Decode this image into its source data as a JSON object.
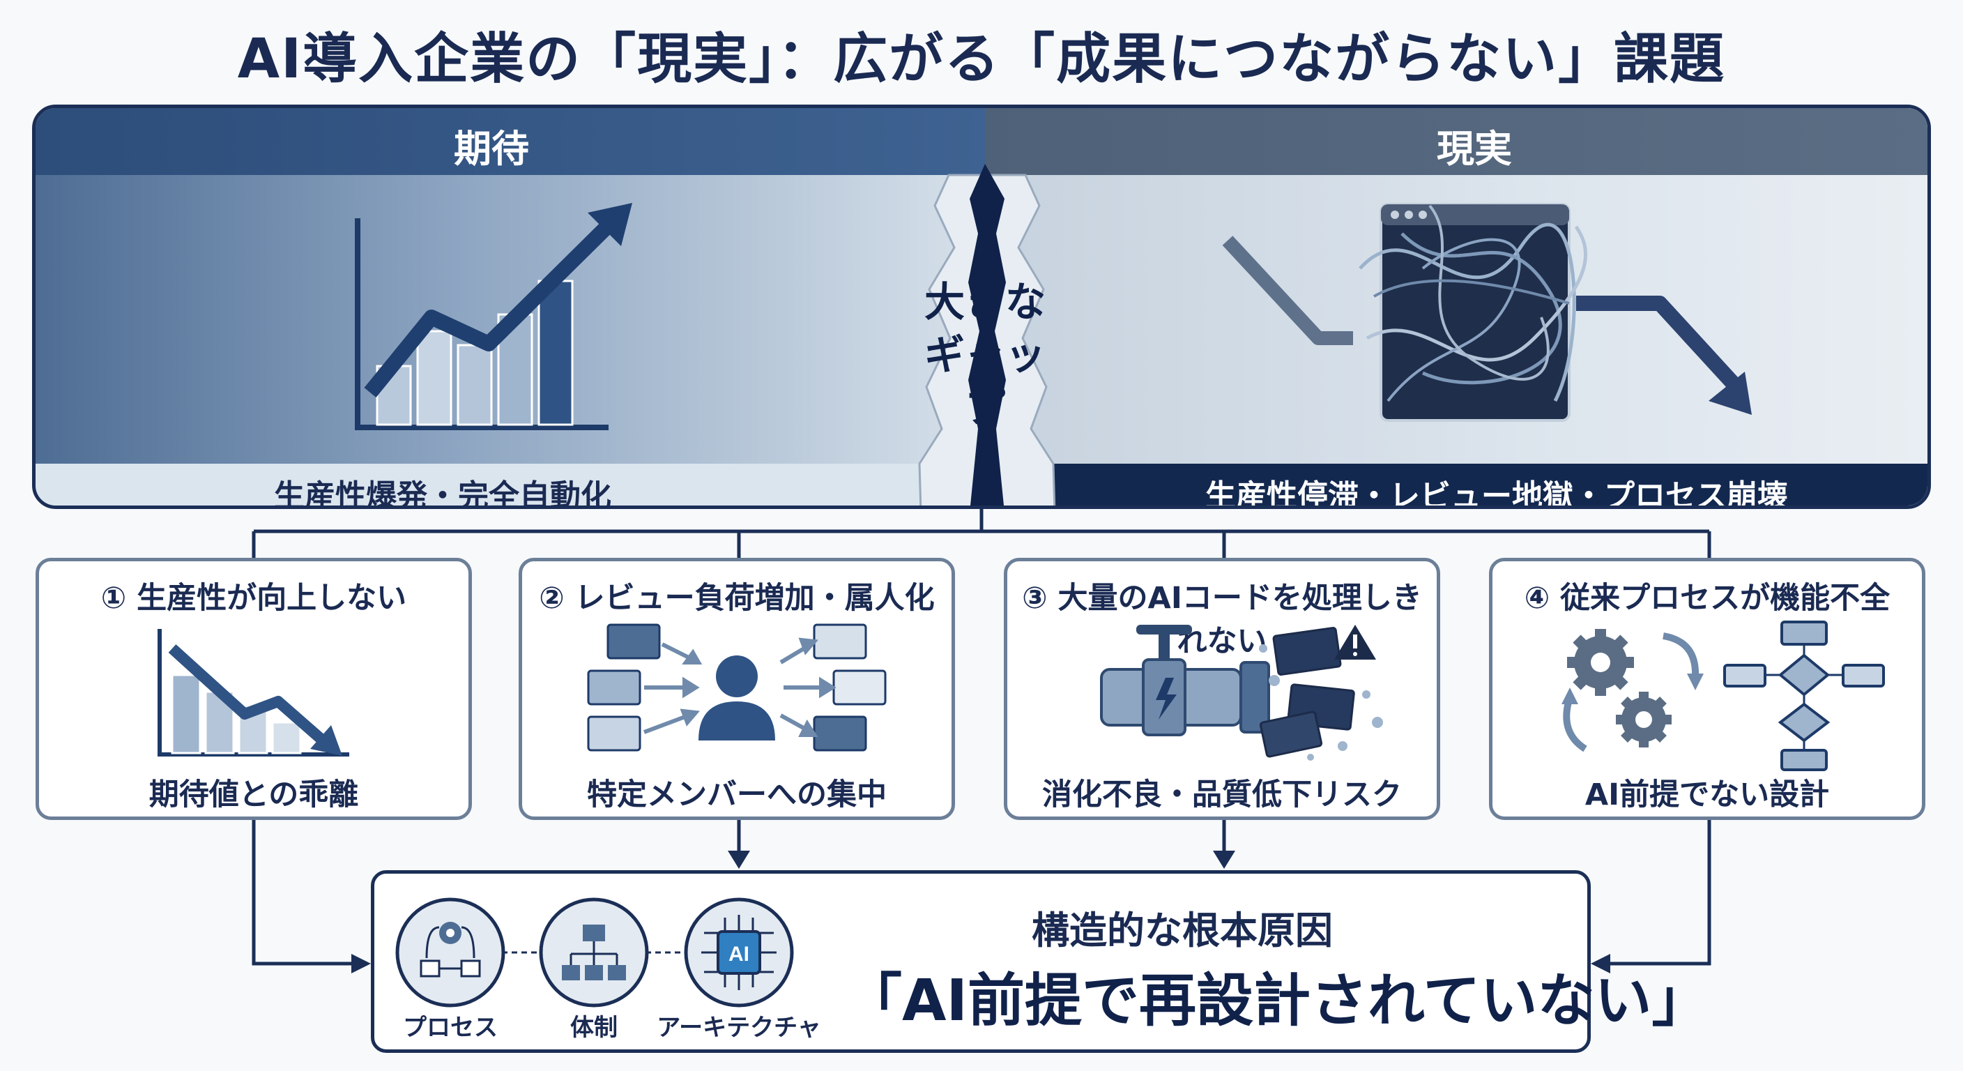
{
  "title": "AI導入企業の「現実」：広がる「成果につながらない」課題",
  "banner": {
    "left_header": "期待",
    "right_header": "現実",
    "left_caption": "生産性爆発・完全自動化",
    "right_caption": "生産性停滞・レビュー地獄・プロセス崩壊",
    "gap_label_line1": "大きな",
    "gap_label_line2": "ギャップ"
  },
  "cards": [
    {
      "title": "① 生産性が向上しない",
      "caption": "期待値との乖離",
      "icon": "declining-chart-icon"
    },
    {
      "title": "② レビュー負荷増加・属人化",
      "caption": "特定メンバーへの集中",
      "icon": "person-bottleneck-icon"
    },
    {
      "title": "③ 大量のAIコードを処理しきれない",
      "caption": "消化不良・品質低下リスク",
      "icon": "overflowing-pipe-icon"
    },
    {
      "title": "④ 従来プロセスが機能不全",
      "caption": "AI前提でない設計",
      "icon": "gears-flowchart-icon"
    }
  ],
  "root_cause": {
    "subtitle": "構造的な根本原因",
    "main": "「AI前提で再設計されていない」",
    "icons": [
      {
        "label": "プロセス",
        "icon": "process-cycle-icon"
      },
      {
        "label": "体制",
        "icon": "org-chart-icon"
      },
      {
        "label": "アーキテクチャ",
        "icon": "ai-chip-icon",
        "chip_text": "AI"
      }
    ]
  },
  "colors": {
    "navy": "#1b2e56",
    "accent_blue": "#3e6291",
    "slate": "#5b6d84",
    "light": "#dbe5ee"
  }
}
